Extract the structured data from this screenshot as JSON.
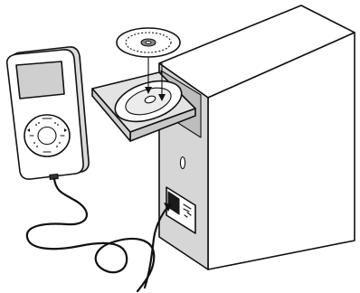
{
  "illustration": {
    "colors": {
      "line": "#111111",
      "background": "#ffffff",
      "screen": "#cfcfcf",
      "case_side": "#d6d6d6",
      "tray": "#e3e3e3",
      "port": "#1a1a1a"
    },
    "parts": [
      {
        "name": "media-player",
        "icon": "mp3-player-icon"
      },
      {
        "name": "usb-cable",
        "icon": "cable-icon"
      },
      {
        "name": "compact-disc",
        "icon": "disc-icon"
      },
      {
        "name": "disc-tray",
        "icon": "tray-icon"
      },
      {
        "name": "computer-tower",
        "icon": "pc-tower-icon"
      },
      {
        "name": "usb-port",
        "icon": "usb-port-icon"
      }
    ]
  }
}
